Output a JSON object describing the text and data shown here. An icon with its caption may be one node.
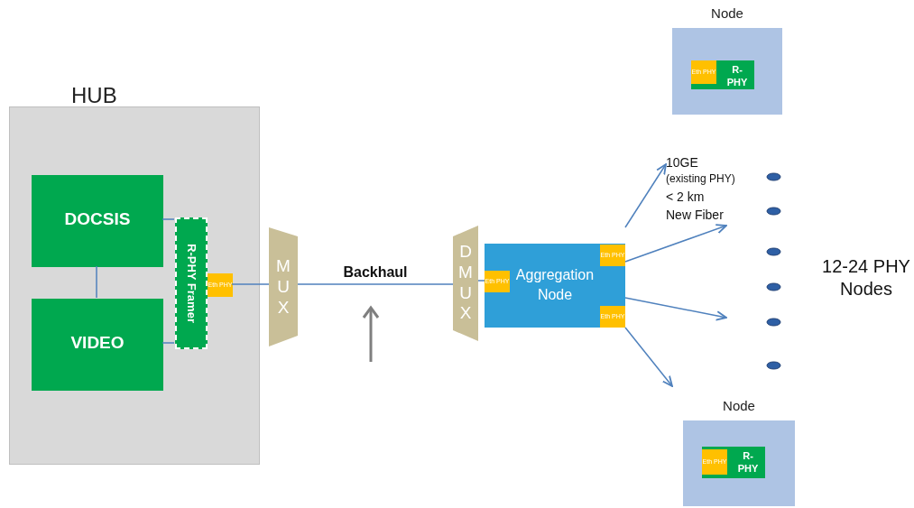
{
  "diagram": {
    "nodes": [
      {
        "text": [
          "HUB"
        ]
      },
      {
        "text": [
          "DOCSIS"
        ],
        "in": 0
      },
      {
        "text": [
          "VIDEO"
        ],
        "in": 0
      },
      {
        "text": [
          "R-PHY Framer"
        ],
        "in": 0
      },
      {
        "text": [
          "Eth PHY"
        ],
        "in": 0
      },
      {
        "text": [
          "MUX"
        ]
      },
      {
        "text": [
          "DMUX"
        ]
      },
      {
        "text": [
          "Aggregation Node"
        ]
      },
      {
        "text": [
          "Eth PHY"
        ],
        "in": 7
      },
      {
        "text": [
          "Eth PHY"
        ],
        "in": 7
      },
      {
        "text": [
          "Eth PHY"
        ],
        "in": 7
      },
      {
        "text": [
          "Node"
        ]
      },
      {
        "text": [
          "R-PHY"
        ],
        "in": 11
      },
      {
        "text": [
          "Eth PHY"
        ],
        "in": 12
      },
      {
        "text": [
          "Node"
        ]
      },
      {
        "text": [
          "R-PHY"
        ],
        "in": 14
      },
      {
        "text": [
          "Eth PHY"
        ],
        "in": 15
      },
      {
        "text": [],
        "shape": "circle"
      },
      {
        "text": [],
        "shape": "circle"
      },
      {
        "text": [],
        "shape": "circle"
      },
      {
        "text": [],
        "shape": "circle"
      },
      {
        "text": [],
        "shape": "circle"
      },
      {
        "text": [],
        "shape": "circle"
      },
      {
        "text": [
          "10GE",
          "(existing PHY)",
          "< 2 km",
          "New Fiber"
        ]
      }
    ],
    "edges": [
      {
        "from": 1,
        "to": 3,
        "arrow": "none"
      },
      {
        "from": 1,
        "to": 2,
        "arrow": "none"
      },
      {
        "from": 2,
        "to": 3,
        "arrow": "none"
      },
      {
        "from": 4,
        "to": 5,
        "arrow": "none"
      },
      {
        "from": 5,
        "to": 6,
        "arrow": "none",
        "label": "Backhaul"
      },
      {
        "from": 6,
        "to": 8,
        "arrow": "none"
      },
      {
        "from": 7,
        "to": 23,
        "arrow": "to"
      },
      {
        "from": 7,
        "to": 23,
        "arrow": "to"
      },
      {
        "from": 7,
        "to": null,
        "arrow": "to"
      },
      {
        "from": 7,
        "to": null,
        "arrow": "to"
      }
    ],
    "labels": [
      "12-24 PHY Nodes"
    ]
  }
}
